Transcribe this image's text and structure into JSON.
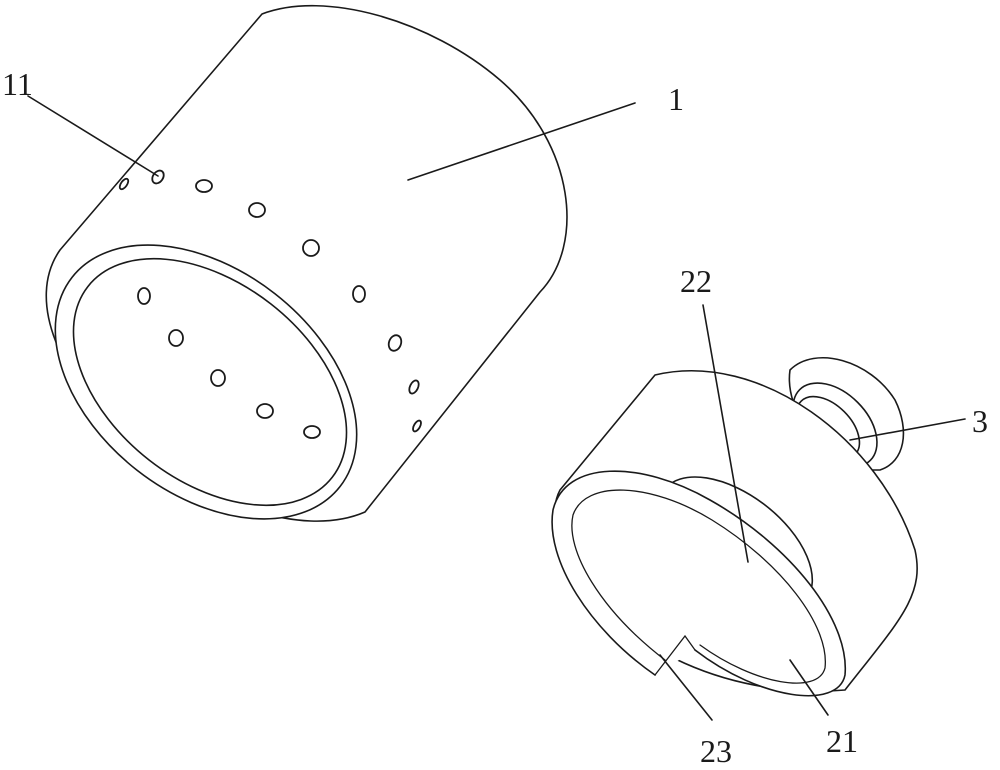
{
  "labels": {
    "sleeve": "1",
    "vent_holes": "11",
    "cap_inner_face": "22",
    "knob": "3",
    "notch": "23",
    "cap_ring": "21"
  },
  "colors": {
    "line": "#1a1a1a",
    "background": "#ffffff"
  }
}
